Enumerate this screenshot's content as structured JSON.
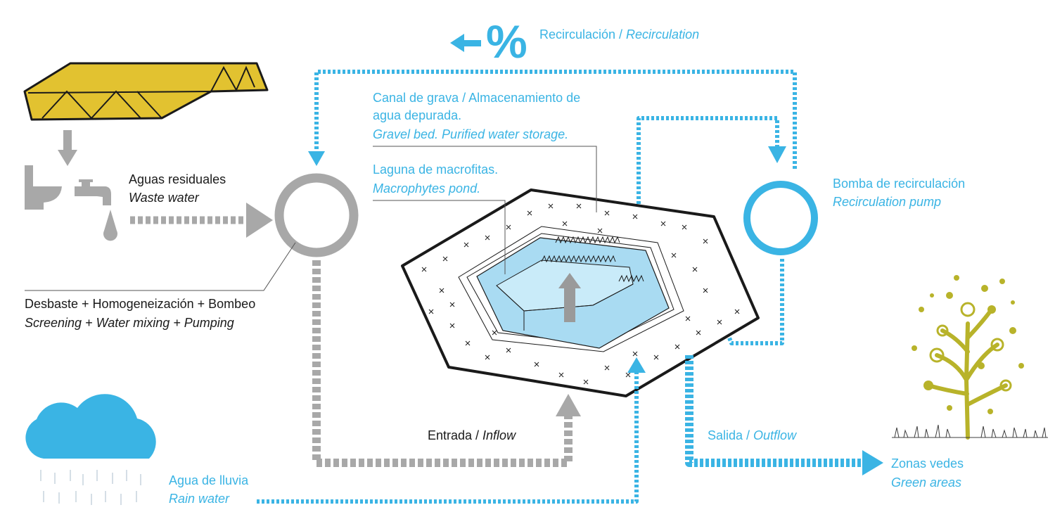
{
  "labels": {
    "recirculation_es": "Recirculación / ",
    "recirculation_en": "Recirculation",
    "gravel_line1": "Canal de grava / Almacenamiento de",
    "gravel_line2": "agua depurada.",
    "gravel_en": "Gravel bed. Purified water storage.",
    "pond_es": "Laguna de macrofitas.",
    "pond_en": "Macrophytes pond.",
    "waste_es": "Aguas residuales",
    "waste_en": "Waste water",
    "pump_es": "Bomba de recirculación",
    "pump_en": "Recirculation pump",
    "pretreat_es": "Desbaste + Homogeneización + Bombeo",
    "pretreat_en": "Screening + Water mixing + Pumping",
    "inflow_es": "Entrada / ",
    "inflow_en": "Inflow",
    "outflow_es": "Salida / ",
    "outflow_en": "Outflow",
    "rain_es": "Agua de lluvia",
    "rain_en": "Rain water",
    "green_es": "Zonas vedes",
    "green_en": "Green areas",
    "percent_symbol": "%"
  },
  "colors": {
    "blue": "#3ab4e4",
    "gray": "#a8a8a8",
    "yellow": "#e2c230",
    "pond_fill": "#a9dbf2",
    "tree": "#b8b32a",
    "text_dark": "#1a1a1a"
  },
  "icons": [
    "roof-icon",
    "toilet-icon",
    "faucet-icon",
    "drop-icon",
    "cloud-icon",
    "rain-icon",
    "tree-icon",
    "grass-icon",
    "pretreatment-tank-icon",
    "recirculation-pump-icon",
    "wetland-icon"
  ]
}
